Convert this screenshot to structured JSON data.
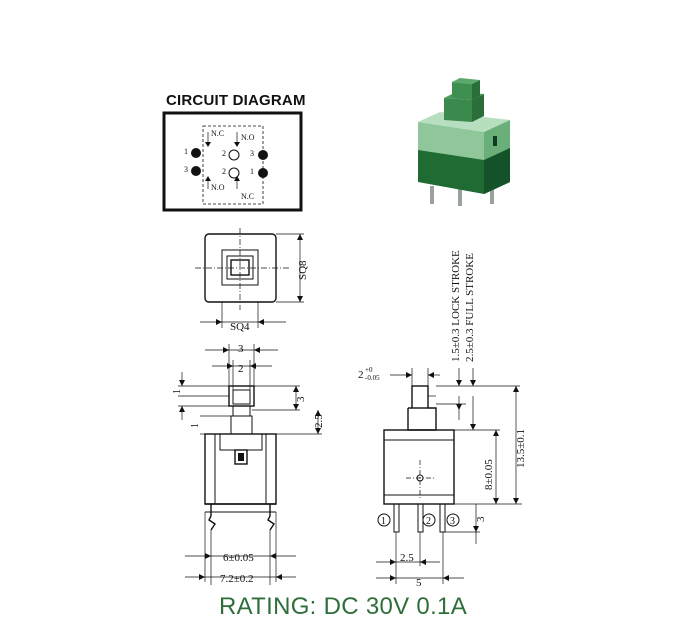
{
  "circuit": {
    "title": "CIRCUIT DIAGRAM",
    "nc_top": "N.C",
    "no_top": "N.O",
    "no_bottom": "N.O",
    "nc_bottom": "N.C",
    "pin_1_left": "1",
    "pin_3_left": "3",
    "pin_2_top": "2",
    "pin_2_bottom": "2",
    "pin_3_right": "3",
    "pin_1_right": "1"
  },
  "top_view": {
    "sq8": "SQ8",
    "sq4": "SQ4"
  },
  "stroke": {
    "lock": "1.5±0.3 LOCK STROKE",
    "full": "2.5±0.3 FULL STROKE"
  },
  "front_view": {
    "dim_3": "3",
    "dim_2": "2",
    "dim_1_upper": "1",
    "dim_1_lower": "1",
    "dim_3_side": "3",
    "dim_2_5_side": "2.5",
    "dim_6": "6±0.05",
    "dim_7_2": "7.2±0.2"
  },
  "side_view": {
    "dim_2": "2",
    "dim_2_tol_plus": "+0",
    "dim_2_tol_minus": "-0.05",
    "dim_13_5": "13.5±0.1",
    "dim_8": "8±0.05",
    "dim_3": "3",
    "dim_2_5": "2.5",
    "dim_5": "5",
    "pin_1": "1",
    "pin_2": "2",
    "pin_3": "3"
  },
  "rating": {
    "text": "RATING:  DC 30V 0.1A"
  },
  "colors": {
    "rating_green": "#2f6e3b",
    "switch_dark_green": "#1f6b33",
    "switch_light_green": "#8fc79b"
  }
}
